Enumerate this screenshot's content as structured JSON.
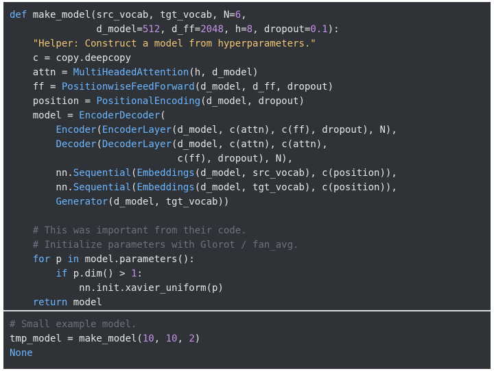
{
  "code_lines": [
    [
      [
        "def",
        "kw"
      ],
      [
        " make_model(src_vocab, tgt_vocab, N=",
        ""
      ],
      [
        "6",
        "num"
      ],
      [
        ",",
        ""
      ]
    ],
    [
      [
        "               d_model=",
        ""
      ],
      [
        "512",
        "num"
      ],
      [
        ", d_ff=",
        ""
      ],
      [
        "2048",
        "num"
      ],
      [
        ", h=",
        ""
      ],
      [
        "8",
        "num"
      ],
      [
        ", dropout=",
        ""
      ],
      [
        "0.1",
        "num"
      ],
      [
        "):",
        ""
      ]
    ],
    [
      [
        "    ",
        ""
      ],
      [
        "\"Helper: Construct a model from hyperparameters.\"",
        "str"
      ]
    ],
    [
      [
        "    c = copy.deepcopy",
        ""
      ]
    ],
    [
      [
        "    attn = ",
        ""
      ],
      [
        "MultiHeadedAttention",
        "cls"
      ],
      [
        "(h, d_model)",
        ""
      ]
    ],
    [
      [
        "    ff = ",
        ""
      ],
      [
        "PositionwiseFeedForward",
        "cls"
      ],
      [
        "(d_model, d_ff, dropout)",
        ""
      ]
    ],
    [
      [
        "    position = ",
        ""
      ],
      [
        "PositionalEncoding",
        "cls"
      ],
      [
        "(d_model, dropout)",
        ""
      ]
    ],
    [
      [
        "    model = ",
        ""
      ],
      [
        "EncoderDecoder",
        "cls"
      ],
      [
        "(",
        ""
      ]
    ],
    [
      [
        "        ",
        ""
      ],
      [
        "Encoder",
        "cls"
      ],
      [
        "(",
        ""
      ],
      [
        "EncoderLayer",
        "cls"
      ],
      [
        "(d_model, c(attn), c(ff), dropout), N),",
        ""
      ]
    ],
    [
      [
        "        ",
        ""
      ],
      [
        "Decoder",
        "cls"
      ],
      [
        "(",
        ""
      ],
      [
        "DecoderLayer",
        "cls"
      ],
      [
        "(d_model, c(attn), c(attn),",
        ""
      ]
    ],
    [
      [
        "                             c(ff), dropout), N),",
        ""
      ]
    ],
    [
      [
        "        nn.",
        ""
      ],
      [
        "Sequential",
        "cls"
      ],
      [
        "(",
        ""
      ],
      [
        "Embeddings",
        "cls"
      ],
      [
        "(d_model, src_vocab), c(position)),",
        ""
      ]
    ],
    [
      [
        "        nn.",
        ""
      ],
      [
        "Sequential",
        "cls"
      ],
      [
        "(",
        ""
      ],
      [
        "Embeddings",
        "cls"
      ],
      [
        "(d_model, tgt_vocab), c(position)),",
        ""
      ]
    ],
    [
      [
        "        ",
        ""
      ],
      [
        "Generator",
        "cls"
      ],
      [
        "(d_model, tgt_vocab))",
        ""
      ]
    ],
    [
      [
        "",
        ""
      ]
    ],
    [
      [
        "    ",
        ""
      ],
      [
        "# This was important from their code.",
        "com"
      ]
    ],
    [
      [
        "    ",
        ""
      ],
      [
        "# Initialize parameters with Glorot / fan_avg.",
        "com"
      ]
    ],
    [
      [
        "    ",
        ""
      ],
      [
        "for",
        "kw"
      ],
      [
        " p ",
        ""
      ],
      [
        "in",
        "kw"
      ],
      [
        " model.parameters():",
        ""
      ]
    ],
    [
      [
        "        ",
        ""
      ],
      [
        "if",
        "kw"
      ],
      [
        " p.dim() > ",
        ""
      ],
      [
        "1",
        "num"
      ],
      [
        ":",
        ""
      ]
    ],
    [
      [
        "            nn.init.xavier_uniform(p)",
        ""
      ]
    ],
    [
      [
        "    ",
        ""
      ],
      [
        "return",
        "kw"
      ],
      [
        " model",
        ""
      ]
    ]
  ],
  "output_lines": [
    [
      [
        "# Small example model.",
        "com"
      ]
    ],
    [
      [
        "tmp_model = make_model(",
        ""
      ],
      [
        "10",
        "num"
      ],
      [
        ", ",
        ""
      ],
      [
        "10",
        "num"
      ],
      [
        ", ",
        ""
      ],
      [
        "2",
        "num"
      ],
      [
        ")",
        ""
      ]
    ],
    [
      [
        "None",
        "none"
      ]
    ]
  ],
  "colors": {
    "background": "#2f3338",
    "keyword": "#6cb6ff",
    "string": "#f0c674",
    "number": "#c792ea",
    "comment": "#6b7280",
    "text": "#e6e6e6",
    "divider": "#d9dde2"
  }
}
